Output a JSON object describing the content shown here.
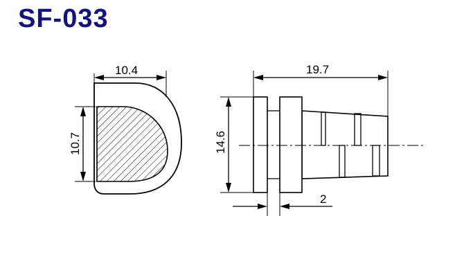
{
  "title": "SF-033",
  "colors": {
    "title": "#14147a",
    "hatch": "#000000",
    "line": "#000000"
  },
  "dimensions": {
    "front_width": "10.4",
    "front_height": "10.7",
    "side_length": "19.7",
    "side_height": "14.6",
    "gap": "2"
  }
}
